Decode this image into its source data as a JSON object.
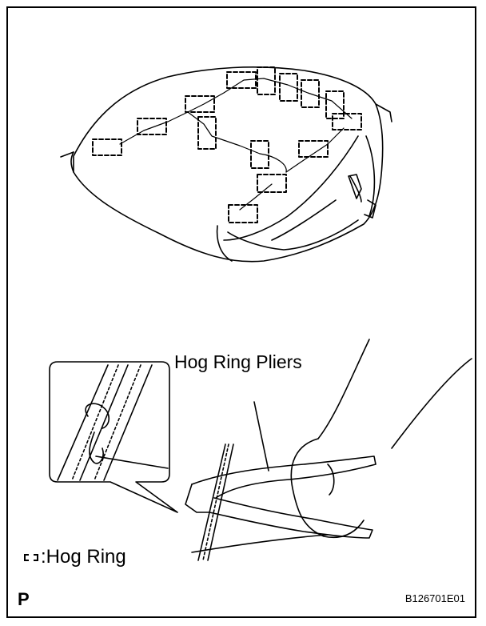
{
  "labels": {
    "pliers": "Hog Ring Pliers",
    "legend_separator": ":",
    "legend": "Hog Ring",
    "corner_letter": "P",
    "figure_code": "B126701E01"
  },
  "icons": {
    "legend_symbol": "dashed-rectangle-icon"
  },
  "colors": {
    "line": "#000000",
    "background": "#ffffff"
  }
}
